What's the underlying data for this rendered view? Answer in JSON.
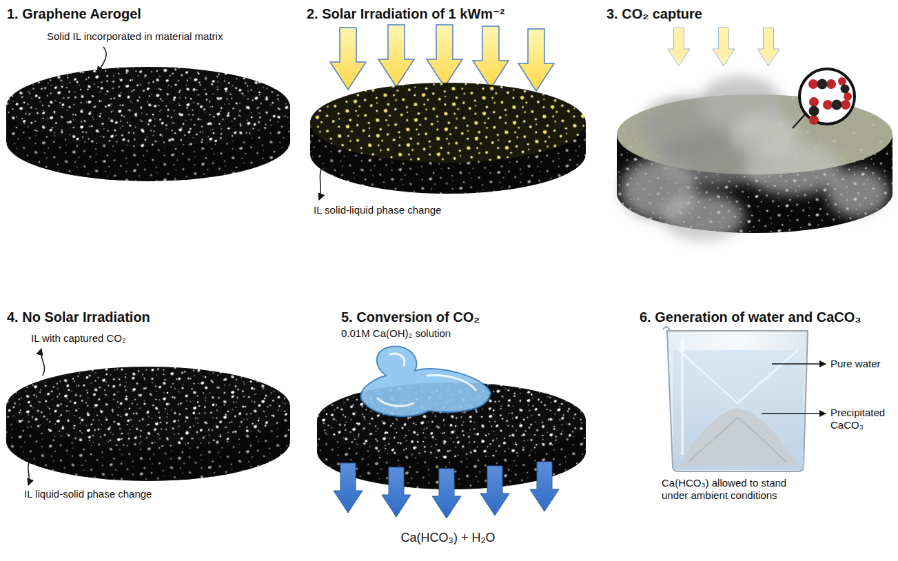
{
  "diagram": {
    "nodes": [
      {
        "text": [
          "1. Graphene Aerogel",
          "Solid IL incorporated in material matrix"
        ]
      },
      {
        "text": [
          "2. Solar Irradiation of 1 kWm⁻²",
          "IL solid-liquid phase change"
        ]
      },
      {
        "text": [
          "3. CO₂ capture"
        ]
      },
      {
        "text": [
          "4. No Solar Irradiation",
          "IL with captured CO₂",
          "IL liquid-solid phase change"
        ]
      },
      {
        "text": [
          "5. Conversion of CO₂",
          "0.01M Ca(OH)₂ solution",
          "Ca(HCO₃) + H₂O"
        ]
      },
      {
        "text": [
          "6. Generation of water and CaCO₃",
          "Pure water",
          "Precipitated CaCO₃",
          "Ca(HCO₃) allowed to stand under ambient conditions"
        ]
      }
    ]
  }
}
